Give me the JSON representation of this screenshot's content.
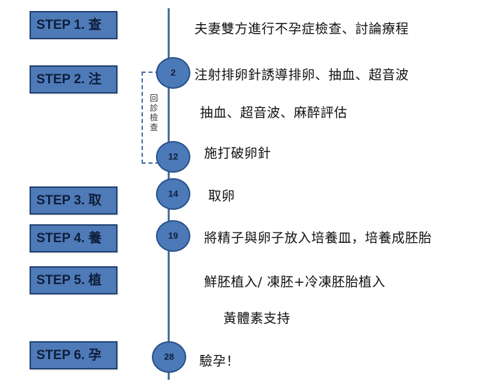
{
  "steps": [
    {
      "label": "STEP 1. 查"
    },
    {
      "label": "STEP 2. 注"
    },
    {
      "label": "STEP 3. 取"
    },
    {
      "label": "STEP 4. 養"
    },
    {
      "label": "STEP 5. 植"
    },
    {
      "label": "STEP 6. 孕"
    }
  ],
  "days": [
    "2",
    "12",
    "14",
    "19",
    "28"
  ],
  "descriptions": [
    "夫妻雙方進行不孕症檢查、討論療程",
    "注射排卵針誘導排卵、抽血、超音波",
    "抽血、超音波、麻醉評估",
    "施打破卵針",
    "取卵",
    "將精子與卵子放入培養皿，培養成胚胎",
    "鮮胚植入/ 凍胚+冷凍胚胎植入",
    "黃體素支持",
    "驗孕！"
  ],
  "bracket_label": "回診檢查",
  "colors": {
    "box_fill": "#4f7ab8",
    "box_border": "#1f3f6f",
    "line": "#4a6f9f"
  }
}
